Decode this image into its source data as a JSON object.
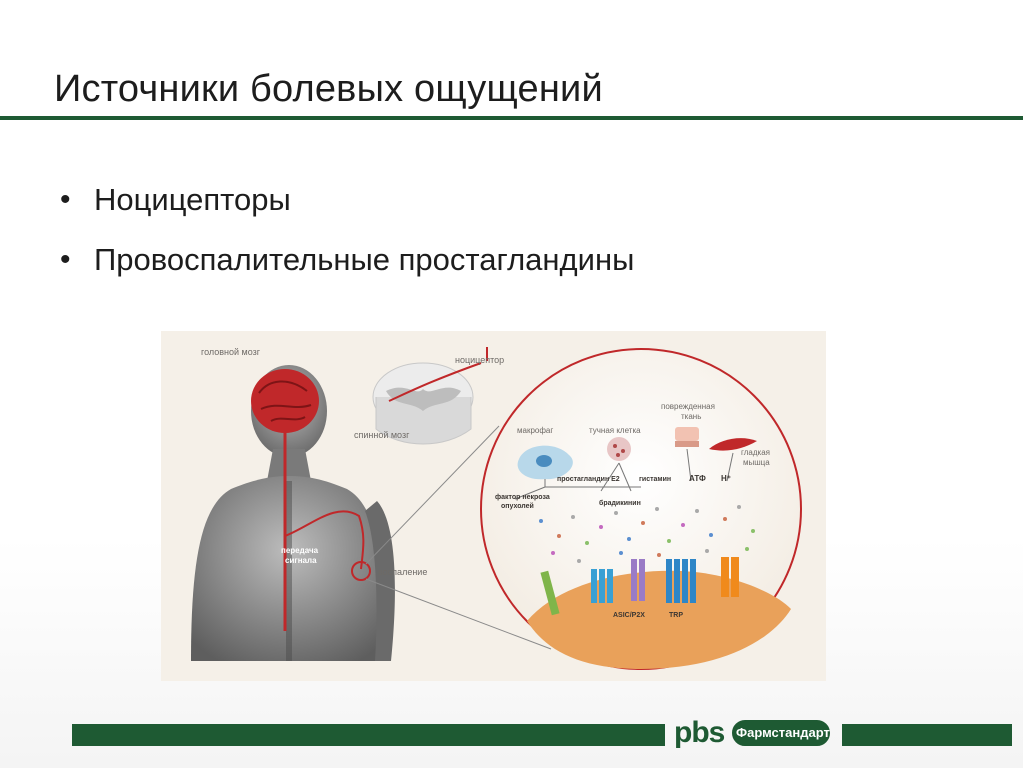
{
  "slide": {
    "title": "Источники болевых ощущений",
    "bullets": [
      "Ноцицепторы",
      "Провоспалительные простагландины"
    ]
  },
  "figure": {
    "labels": {
      "brain": "головной мозг",
      "nociceptor": "ноцицептор",
      "spinal_cord": "спинной мозг",
      "signal_1": "передача",
      "signal_2": "сигнала",
      "inflammation": "воспаление",
      "damaged_1": "поврежденная",
      "damaged_2": "ткань",
      "macrophage": "макрофаг",
      "mast_cell": "тучная клетка",
      "smooth_1": "гладкая",
      "smooth_2": "мышца",
      "prostaglandin": "простагландин E2",
      "histamine": "гистамин",
      "atp": "АТФ",
      "hplus": "H⁺",
      "tnf_1": "фактор некроза",
      "tnf_2": "опухолей",
      "bradykinin": "брадикинин",
      "asic": "ASIC/P2X",
      "trp": "TRP"
    }
  },
  "footer": {
    "logo_mark": "pbs",
    "logo_name": "Фармстандарт"
  },
  "colors": {
    "brand_green": "#1e5a33",
    "nerve_red": "#c0282a",
    "cell_orange": "#e9a15a"
  }
}
